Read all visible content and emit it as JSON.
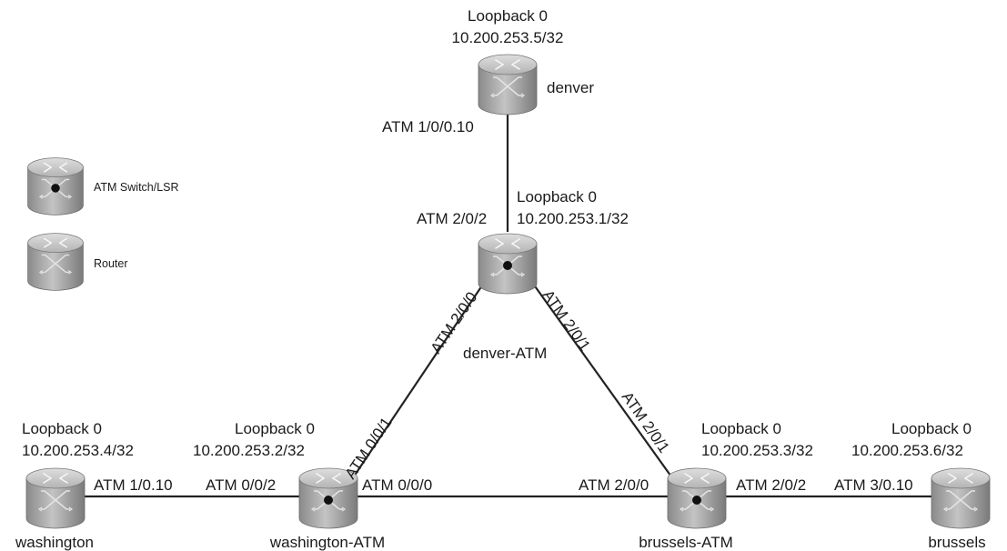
{
  "legend": {
    "switch_label": "ATM Switch/LSR",
    "router_label": "Router"
  },
  "devices": {
    "denver": {
      "name": "denver",
      "loopback_title": "Loopback 0",
      "loopback_ip": "10.200.253.5/32",
      "type": "router"
    },
    "denver_atm": {
      "name": "denver-ATM",
      "loopback_title": "Loopback 0",
      "loopback_ip": "10.200.253.1/32",
      "type": "atm-switch"
    },
    "washington": {
      "name": "washington",
      "loopback_title": "Loopback 0",
      "loopback_ip": "10.200.253.4/32",
      "type": "router"
    },
    "washington_atm": {
      "name": "washington-ATM",
      "loopback_title": "Loopback 0",
      "loopback_ip": "10.200.253.2/32",
      "type": "atm-switch"
    },
    "brussels_atm": {
      "name": "brussels-ATM",
      "loopback_title": "Loopback 0",
      "loopback_ip": "10.200.253.3/32",
      "type": "atm-switch"
    },
    "brussels": {
      "name": "brussels",
      "loopback_title": "Loopback 0",
      "loopback_ip": "10.200.253.6/32",
      "type": "router"
    }
  },
  "interfaces": {
    "denver_to_denveratm": "ATM 1/0/0.10",
    "denveratm_to_denver": "ATM 2/0/2",
    "denveratm_to_washatm": "ATM 2/0/0",
    "denveratm_to_brusatm": "ATM 2/0/1",
    "washatm_to_denveratm": "ATM 0/0/1",
    "brusatm_to_denveratm": "ATM 2/0/1",
    "wash_to_washatm": "ATM 1/0.10",
    "washatm_to_wash": "ATM 0/0/2",
    "washatm_to_brusatm": "ATM 0/0/0",
    "brusatm_to_washatm": "ATM 2/0/0",
    "brusatm_to_brus": "ATM 2/0/2",
    "brus_to_brusatm": "ATM 3/0.10"
  },
  "colors": {
    "line": "#222222",
    "device_body": "#9a9a9a",
    "device_top": "#c8c8c8",
    "text": "#1a1a1a"
  }
}
